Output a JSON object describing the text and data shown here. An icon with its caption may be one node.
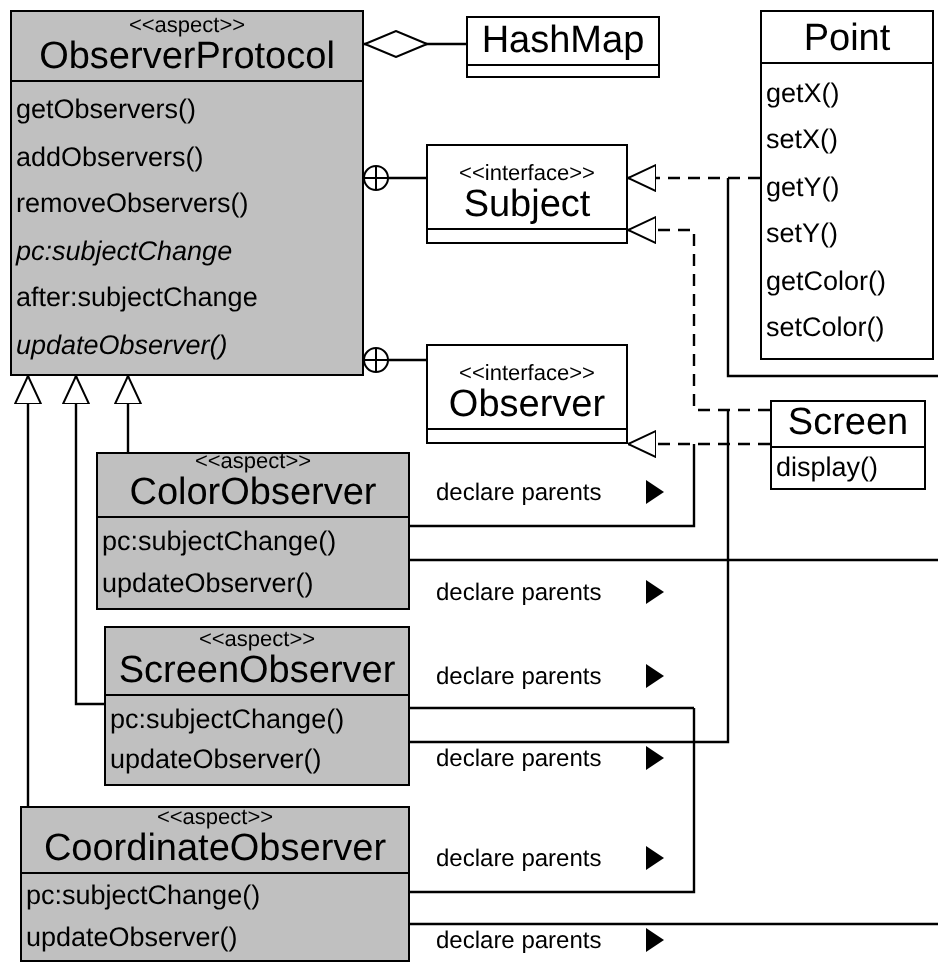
{
  "diagram": {
    "nodes": [
      {
        "text": [
          "<<aspect>>",
          "ObserverProtocol",
          "getObservers()",
          "addObservers()",
          "removeObservers()",
          "*pc:subjectChange*",
          "after:subjectChange",
          "*updateObserver()*"
        ]
      },
      {
        "text": [
          "HashMap"
        ]
      },
      {
        "text": [
          "Point",
          "getX()",
          "setX()",
          "getY()",
          "setY()",
          "getColor()",
          "setColor()"
        ]
      },
      {
        "text": [
          "<<interface>>",
          "Subject"
        ]
      },
      {
        "text": [
          "<<interface>>",
          "Observer"
        ]
      },
      {
        "text": [
          "Screen",
          "display()"
        ]
      },
      {
        "text": [
          "<<aspect>>",
          "ColorObserver",
          "pc:subjectChange()",
          "updateObserver()"
        ]
      },
      {
        "text": [
          "<<aspect>>",
          "ScreenObserver",
          "pc:subjectChange()",
          "updateObserver()"
        ]
      },
      {
        "text": [
          "<<aspect>>",
          "CoordinateObserver",
          "pc:subjectChange()",
          "updateObserver()"
        ]
      }
    ],
    "edges": [
      {
        "from": 0,
        "to": 1,
        "arrow": "other"
      },
      {
        "from": 0,
        "to": 3,
        "arrow": "other"
      },
      {
        "from": 0,
        "to": 4,
        "arrow": "other"
      },
      {
        "from": 2,
        "to": 3,
        "arrow": "to",
        "style": "dashed"
      },
      {
        "from": 5,
        "to": 3,
        "arrow": "to",
        "style": "dashed"
      },
      {
        "from": 5,
        "to": 4,
        "arrow": "to",
        "style": "dashed"
      },
      {
        "from": 6,
        "to": 0,
        "arrow": "to"
      },
      {
        "from": 7,
        "to": 0,
        "arrow": "to"
      },
      {
        "from": 8,
        "to": 0,
        "arrow": "to"
      },
      {
        "from": 6,
        "to": null,
        "arrow": "none"
      },
      {
        "from": 7,
        "to": null,
        "arrow": "none"
      },
      {
        "from": 8,
        "to": null,
        "arrow": "none"
      },
      {
        "from": 6,
        "to": null,
        "arrow": "none"
      },
      {
        "from": 7,
        "to": null,
        "arrow": "none"
      },
      {
        "from": 8,
        "to": null,
        "arrow": "none"
      }
    ],
    "labels": [
      "declare parents",
      "declare parents",
      "declare parents",
      "declare parents",
      "declare parents",
      "declare parents"
    ]
  }
}
